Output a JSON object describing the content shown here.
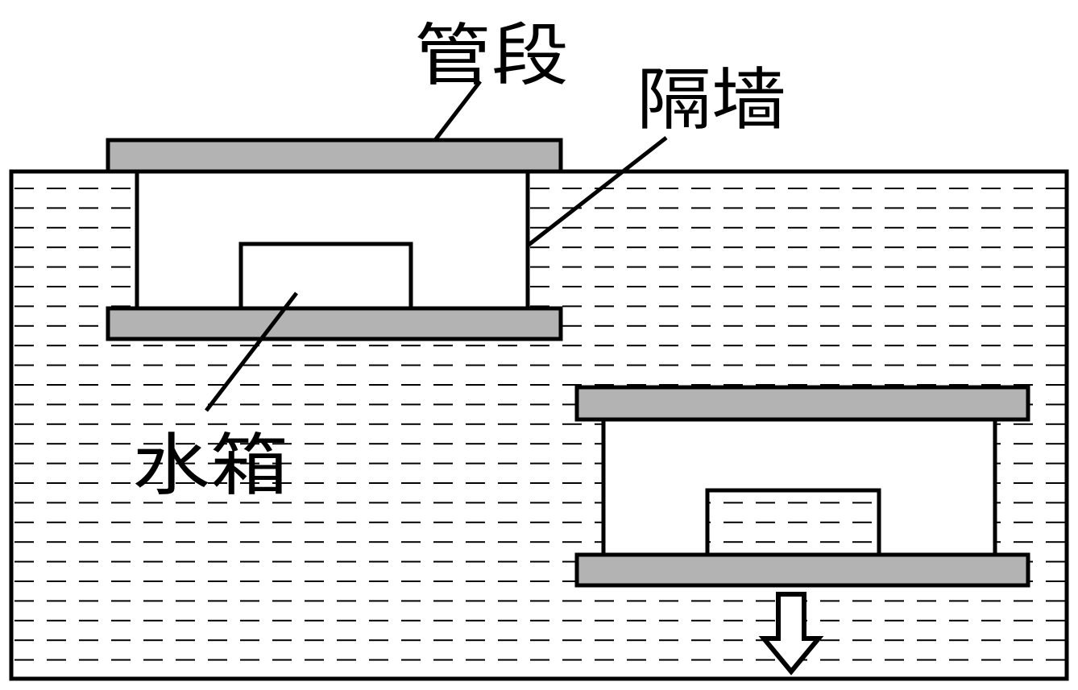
{
  "labels": {
    "pipe_segment": "管段",
    "partition_wall": "隔墙",
    "water_tank": "水箱"
  },
  "colors": {
    "stroke": "#000000",
    "plate_fill": "#b3b3b3",
    "background": "#ffffff"
  },
  "icons": {
    "sink_direction": "down-arrow-icon"
  }
}
